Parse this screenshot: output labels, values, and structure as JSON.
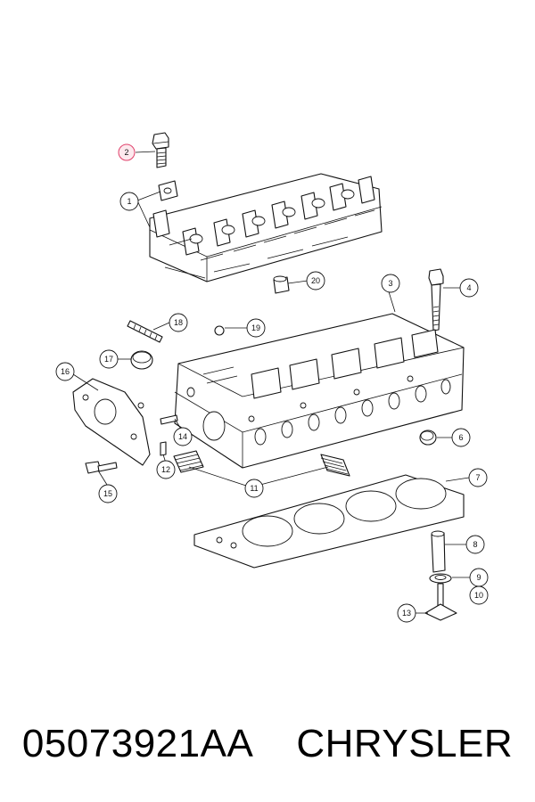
{
  "diagram": {
    "callouts": [
      "1",
      "2",
      "3",
      "4",
      "6",
      "7",
      "8",
      "9",
      "10",
      "11",
      "12",
      "13",
      "14",
      "15",
      "16",
      "17",
      "18",
      "19",
      "20"
    ],
    "highlight_color": "#e0406a"
  },
  "caption": {
    "part_number": "05073921AA",
    "brand": "CHRYSLER"
  }
}
